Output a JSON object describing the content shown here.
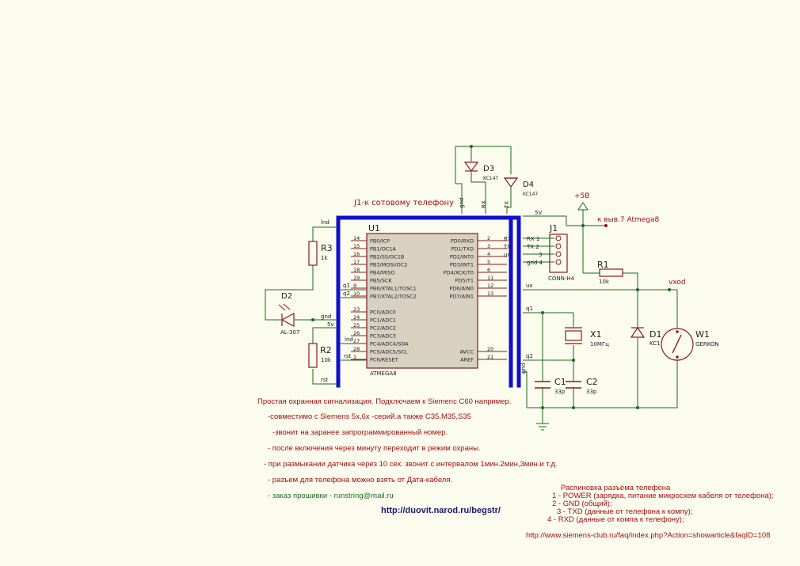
{
  "colors": {
    "background": "#fbfbee",
    "wire": "#1a6b1a",
    "bus": "#1010cc",
    "part_outline": "#8b1a1a",
    "chip_fill": "#d8d0c0",
    "label_red": "#a21010",
    "label_green": "#1e6b1e",
    "url": "#1a1a70"
  },
  "title": "J1-к сотовому телефону",
  "u1": {
    "ref": "U1",
    "part": "ATMEGA8",
    "left_pins": [
      {
        "num": "14",
        "name": "PB0/ICP"
      },
      {
        "num": "15",
        "name": "PB1/OC1A"
      },
      {
        "num": "16",
        "name": "PB2/SS/OC1B"
      },
      {
        "num": "17",
        "name": "PB3/MOSI/OC2"
      },
      {
        "num": "18",
        "name": "PB4/MISO"
      },
      {
        "num": "19",
        "name": "PB5/SCK"
      },
      {
        "num": "9",
        "name": "PB6/XTAL1/TOSC1"
      },
      {
        "num": "10",
        "name": "PB7/XTAL2/TOSC2"
      },
      {
        "num": "23",
        "name": "PC0/ADC0"
      },
      {
        "num": "24",
        "name": "PC1/ADC1"
      },
      {
        "num": "25",
        "name": "PC2/ADC2"
      },
      {
        "num": "26",
        "name": "PC3/ADC3"
      },
      {
        "num": "27",
        "name": "PC4/ADC4/SDA"
      },
      {
        "num": "28",
        "name": "PC5/ADC5/SCL"
      },
      {
        "num": "1",
        "name": "PC6/RESET"
      }
    ],
    "right_pins": [
      {
        "num": "2",
        "name": "PD0/RXD"
      },
      {
        "num": "3",
        "name": "PD1/TXD"
      },
      {
        "num": "4",
        "name": "PD2/INT0"
      },
      {
        "num": "5",
        "name": "PD3/INT1"
      },
      {
        "num": "6",
        "name": "PD4/XCK/T0"
      },
      {
        "num": "11",
        "name": "PD5/T1"
      },
      {
        "num": "12",
        "name": "PD6/AIN0"
      },
      {
        "num": "13",
        "name": "PD7/AIN1"
      },
      {
        "num": "20",
        "name": "AVCC"
      },
      {
        "num": "21",
        "name": "AREF"
      }
    ]
  },
  "net_labels": {
    "lnd_top": "lnd",
    "q1": "q1",
    "q2": "q2",
    "gnd_left": "gnd",
    "fiveV_left": "5v",
    "lnd_low": "lnd",
    "rst_pin": "rst",
    "rst_bottom": "rst",
    "gnd_top": "gnd",
    "rx_top": "RX",
    "tx_top": "TX",
    "rx_right": "RX",
    "tx_right": "TX",
    "ux_right": "ux",
    "fiveV_right": "5V",
    "ux_right2": "ux",
    "q1_right": "q1",
    "q2_right": "q2",
    "gnd_right": "gnd",
    "vxod": "vxod"
  },
  "components": {
    "d3": {
      "ref": "D3",
      "value": "KC147"
    },
    "d4": {
      "ref": "D4",
      "value": "KC147"
    },
    "r3": {
      "ref": "R3",
      "value": "1k"
    },
    "d2": {
      "ref": "D2",
      "value": "AL-307"
    },
    "r2": {
      "ref": "R2",
      "value": "10k"
    },
    "j1": {
      "ref": "J1",
      "value": "CONN-H4",
      "pins": [
        "RX 1",
        "TX 2",
        "3",
        "gnd 4"
      ]
    },
    "r1": {
      "ref": "R1",
      "value": "10k"
    },
    "x1": {
      "ref": "X1",
      "value": "10МГц"
    },
    "d1": {
      "ref": "D1",
      "value": "KC1"
    },
    "w1": {
      "ref": "W1",
      "value": "GERKON"
    },
    "c1": {
      "ref": "C1",
      "value": "33p"
    },
    "c2": {
      "ref": "C2",
      "value": "33p"
    }
  },
  "power_label": "+5В",
  "power_note": "к выв.7 Atmega8",
  "description": [
    "Простая охранная сигнализация. Подключаем к Siemenс С60 например.",
    "-совместимо с Siemens 5x,6x -серий.а также С35,М35,S35",
    "-звонит на заранее запрограммированный номер.",
    "- после включения через минуту переходит в режим охраны.",
    "- при размыкании датчика через 10 сек. звонит с интервалом 1мин.2мин,3мин.и т.д.",
    "- разъем для телефона можно взять от Дата-кабеля.",
    "- заказ прошивки - runstring@mail.ru"
  ],
  "url_main": "http://duovit.narod.ru/begstr/",
  "pinout_title": "Распиновка разъёма телефона",
  "pinout": [
    "1 - POWER (зарядка, питание микросхем кабеля от телефона);",
    "2 - GND (общий);",
    "3 - TXD (данные от телефона к компу);",
    "4 - RXD (данные от компа к телефону);"
  ],
  "url_forum": "http://www.siemens-club.ru/faq/index.php?Action=showarticle&faqID=108"
}
